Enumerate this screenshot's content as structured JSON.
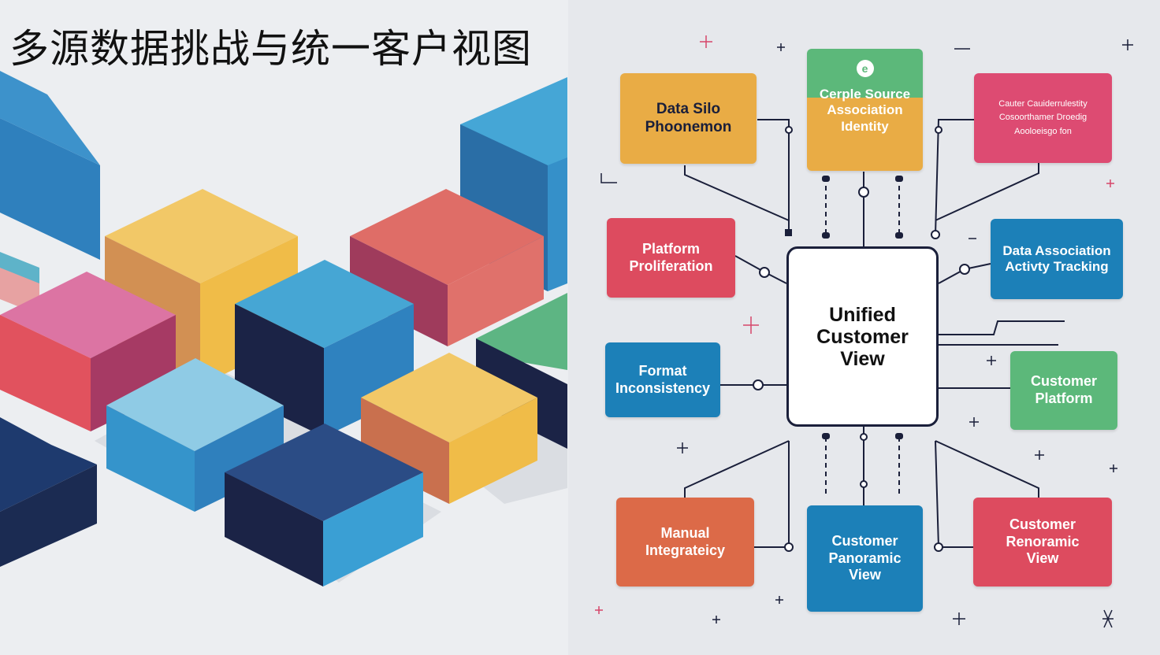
{
  "title": "多源数据挑战与统一客户视图",
  "center": {
    "label": "Unified\nCustomer\nView"
  },
  "nodes": {
    "data_silo": {
      "label": "Data Silo\nPhoonemon",
      "color": "#e9ac45"
    },
    "cerple_source": {
      "label": "Cerple Source\nAssociation\nIdentity",
      "color": "#e9ac45",
      "top_color": "#5cb87a",
      "icon": "e"
    },
    "causter": {
      "label": "Cauter Cauiderrulestity\nCosoorthamer Droedig\nAooloeisgo fon",
      "color": "#dd4b72"
    },
    "platform": {
      "label": "Platform\nProliferation",
      "color": "#dd4b5f"
    },
    "data_association": {
      "label": "Data Association\nActivty Tracking",
      "color": "#1c80b8"
    },
    "format": {
      "label": "Format\nInconsistency",
      "color": "#1c80b8"
    },
    "customer_platform": {
      "label": "Customer\nPlatform",
      "color": "#5cb87a"
    },
    "manual": {
      "label": "Manual\nIntegrateicy",
      "color": "#dc6a48"
    },
    "panoramic": {
      "label": "Customer\nPanoramic\nView",
      "color": "#1c80b8"
    },
    "customer_renoramic": {
      "label": "Customer\nRenoramic\nView",
      "color": "#dd4b5f"
    }
  }
}
